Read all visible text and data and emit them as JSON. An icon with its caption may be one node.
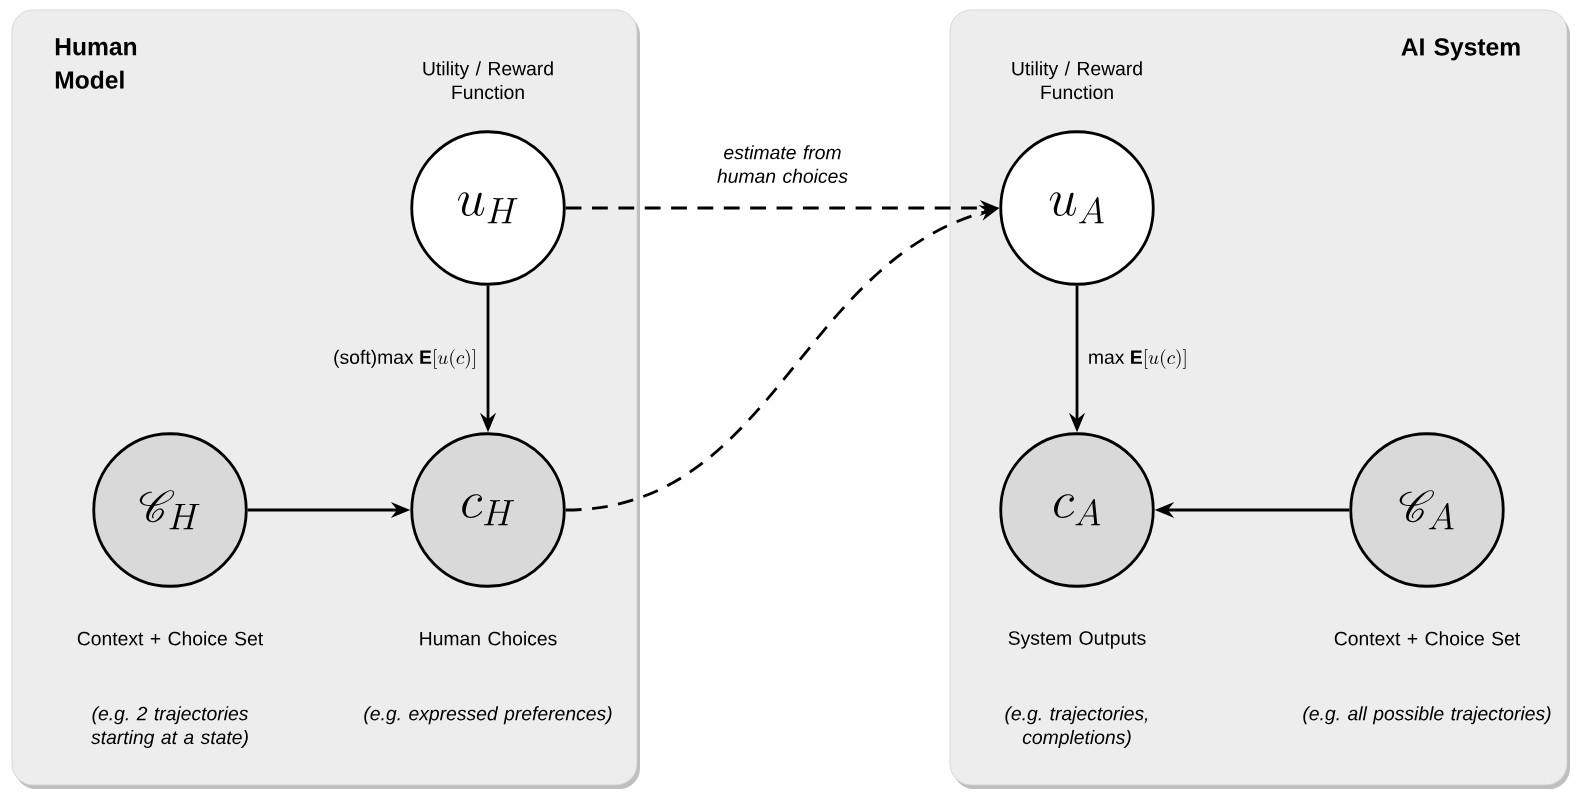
{
  "diagram": {
    "nodes": [
      {
        "text": [
          "Human Model"
        ]
      },
      {
        "text": [
          "u_{H}"
        ],
        "in": 0,
        "beside": [
          "Utility / Reward Function"
        ]
      },
      {
        "text": [
          "\\mathscr{C}_{H}"
        ],
        "in": 0,
        "beside": [
          "Context + Choice Set",
          "(e.g. 2 trajectories starting at a state)"
        ]
      },
      {
        "text": [
          "c_{H}"
        ],
        "in": 0,
        "beside": [
          "Human Choices",
          "(e.g. expressed preferences)"
        ]
      },
      {
        "text": [
          "AI System"
        ]
      },
      {
        "text": [
          "u_{A}"
        ],
        "in": 4,
        "beside": [
          "Utility / Reward Function"
        ]
      },
      {
        "text": [
          "c_{A}"
        ],
        "in": 4,
        "beside": [
          "System Outputs",
          "(e.g. trajectories, completions)"
        ]
      },
      {
        "text": [
          "\\mathscr{C}_{A}"
        ],
        "in": 4,
        "beside": [
          "Context + Choice Set",
          "(e.g. all possible trajectories)"
        ]
      }
    ],
    "edges": [
      {
        "from": 1,
        "to": 3,
        "arrow": "to",
        "label": "\\text{(soft)max } \\mathbf{E}[u(c)]"
      },
      {
        "from": 2,
        "to": 3,
        "arrow": "to"
      },
      {
        "from": 1,
        "to": 5,
        "arrow": "to",
        "style": "dashed",
        "label": "estimate from human choices"
      },
      {
        "from": 3,
        "to": 5,
        "arrow": "to",
        "style": "dashed"
      },
      {
        "from": 5,
        "to": 6,
        "arrow": "to",
        "label": "\\text{max } \\mathbf{E}[u(c)]"
      },
      {
        "from": 7,
        "to": 6,
        "arrow": "to"
      }
    ]
  }
}
